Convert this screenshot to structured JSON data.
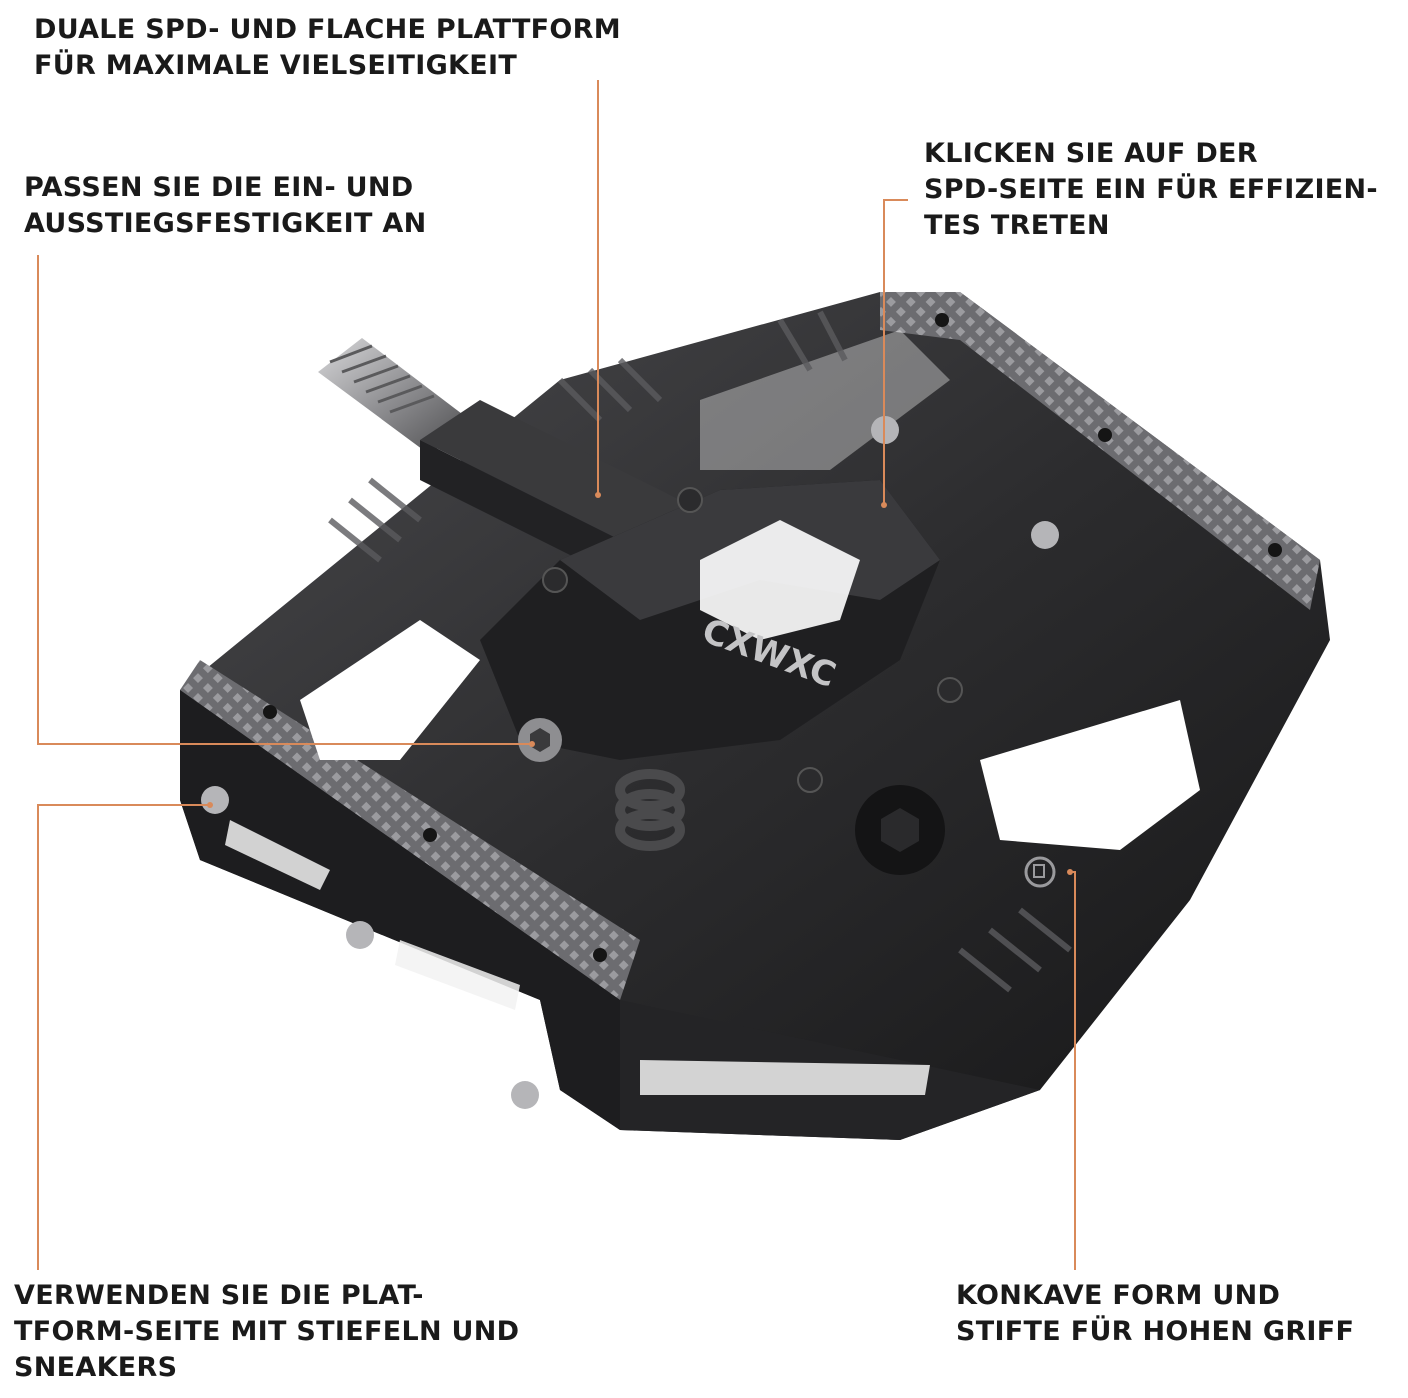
{
  "callouts": {
    "platform": {
      "lines": [
        "DUALE SPD- UND FLACHE PLATTFORM",
        "FÜR MAXIMALE VIELSEITIGKEIT"
      ]
    },
    "click_in": {
      "lines": [
        "KLICKEN SIE AUF DER",
        "SPD-SEITE EIN FÜR EFFIZIEN-",
        "TES TRETEN"
      ]
    },
    "tension": {
      "lines": [
        "PASSEN SIE DIE EIN- UND",
        "AUSSTIEGSFESTIGKEIT AN"
      ]
    },
    "flat_side": {
      "lines": [
        "VERWENDEN SIE DIE PLAT-",
        "TFORM-SEITE MIT STIEFELN UND",
        "SNEAKERS"
      ]
    },
    "grip": {
      "lines": [
        "KONKAVE FORM UND",
        "STIFTE FÜR HOHEN GRIFF"
      ]
    }
  },
  "product": {
    "logo_text": "CXWXC",
    "image_icon": "bike-pedal-photo"
  },
  "colors": {
    "leader_line": "#d98a5a",
    "text": "#1a1a1a",
    "pedal_body": "#2b2b2d",
    "pedal_highlight": "#8a8a8c",
    "axle": "#a9a9ab"
  }
}
